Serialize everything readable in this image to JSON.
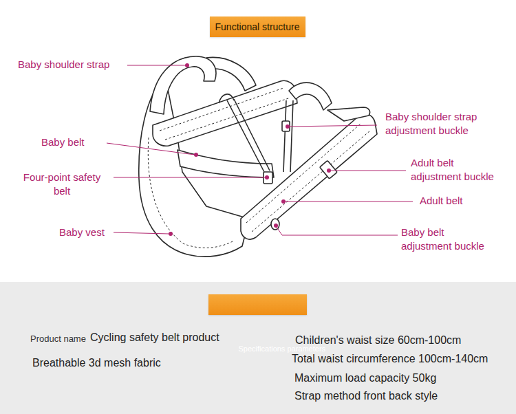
{
  "diagram": {
    "nodes": [
      {
        "text": [
          "Functional structure"
        ]
      },
      {
        "text": [
          "Product name",
          "Cycling safety belt product",
          "Breathable 3d mesh fabric",
          "Children's waist size 60cm-100cm",
          "Total waist circumference 100cm-140cm",
          "Maximum load capacity 50kg",
          "Strap method front back style"
        ]
      },
      {
        "text": [
          "Specifications parameters"
        ],
        "in": 1
      }
    ],
    "labels": [
      "Baby shoulder strap",
      "Baby belt",
      "Four-point safety belt",
      "Baby vest",
      "Baby shoulder strap adjustment buckle",
      "Adult belt adjustment buckle",
      "Adult belt",
      "Baby belt adjustment buckle"
    ]
  }
}
